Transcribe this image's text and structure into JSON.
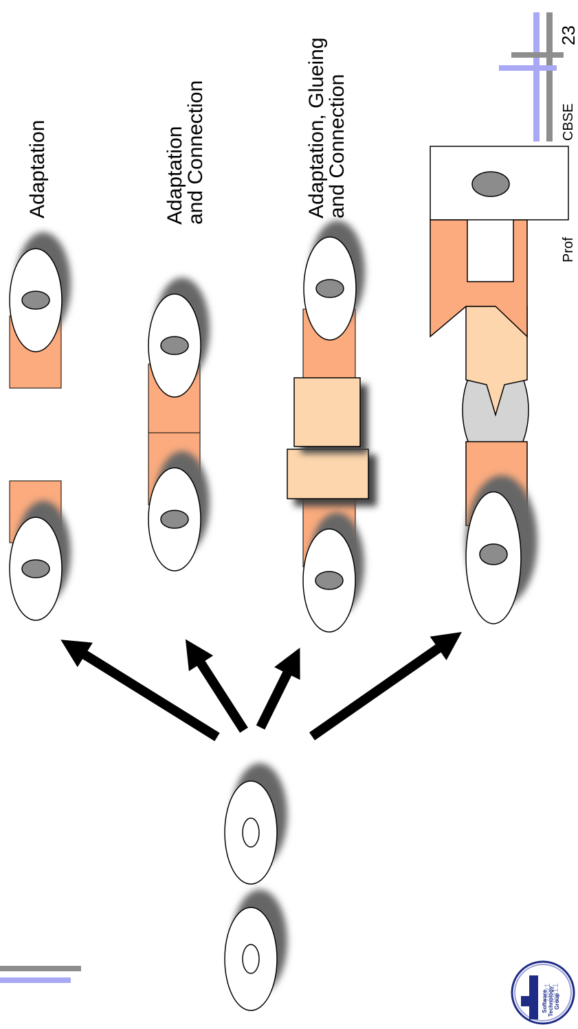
{
  "labels": {
    "adaptation": "Adaptation",
    "adaptation_connection": "Adaptation\nand Connection",
    "adaptation_glueing_connection": "Adaptation, Glueing\nand Connection"
  },
  "footer": {
    "course": "CBSE",
    "author_fragment": "Prof",
    "page_number": "23"
  },
  "logo": {
    "text_1": "Software",
    "text_2": "Technology",
    "text_3": "Group"
  },
  "colors": {
    "adapter_orange": "#fbab7e",
    "glue_light": "#fdd6ad",
    "connector_grey": "#d4d4d4",
    "component_fill": "#ffffff",
    "port_grey": "#8c8c8c",
    "accent_blue": "#a8a8f4",
    "accent_grey": "#8e8e8e"
  }
}
